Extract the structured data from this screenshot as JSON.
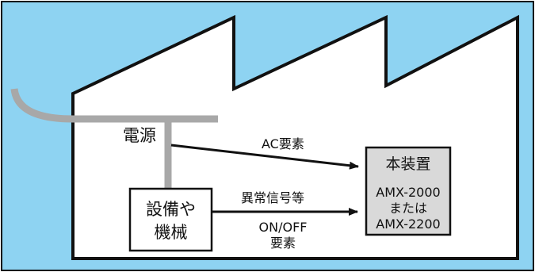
{
  "colors": {
    "sky": "#8ed3f2",
    "frame": "#111111",
    "factory_fill": "#ffffff",
    "power_line": "#a8a8a8",
    "device_fill": "#d9d9d9"
  },
  "power": {
    "label": "電源"
  },
  "equipment": {
    "line1": "設備や",
    "line2": "機械"
  },
  "device": {
    "title": "本装置",
    "model1": "AMX-2000",
    "connector": "または",
    "model2": "AMX-2200"
  },
  "arrows": {
    "ac_label": "AC要素",
    "signal_label": "異常信号等",
    "onoff_line1": "ON/OFF",
    "onoff_line2": "要素"
  }
}
